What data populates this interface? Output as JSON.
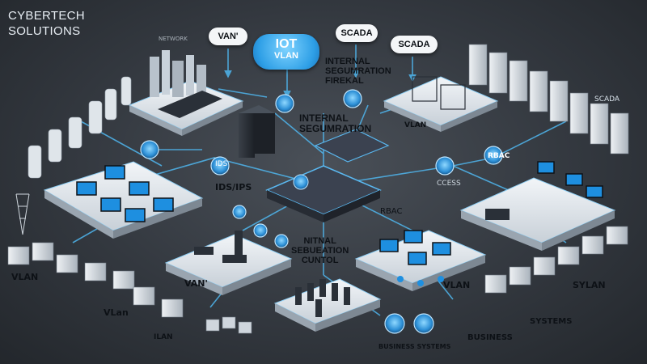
{
  "brand": {
    "line1": "CYBERTECH",
    "line2": "SOLUTIONS"
  },
  "clouds": {
    "van": "VAN'",
    "iot_line1": "IOT",
    "iot_line2": "VLAN",
    "scada_a": "SCADA",
    "scada_b": "SCADA"
  },
  "labels": {
    "network": "NETWORK",
    "internal_firewall": [
      "INTERNAL",
      "SEGUMRATION",
      "FIREKAL"
    ],
    "internal_segmentation": [
      "INTERNAL",
      "SEGUMRATION"
    ],
    "scada_right": "SCADA",
    "vlan_upper": "VLAN",
    "ids": "IDS",
    "ids_ips": "IDS/IPS",
    "coess": "CCESS",
    "rbac_top": "RBAC",
    "rbac_mid": "RBAC",
    "control": [
      "NITNAL",
      "SEBUEATION",
      "CUNTOL"
    ],
    "vlan_left": "VLAN",
    "van_lower": "VAN'",
    "vlan_center": "VLAN",
    "vlan_bottom_left": "VLan",
    "ilan": "ILAN",
    "sylan": "SYLAN",
    "systems": "SYSTEMS",
    "business": "BUSINESS",
    "business_systems": "BUSINESS SYSTEMS"
  },
  "colors": {
    "accent": "#3aa8e8",
    "link": "#4fb6ee",
    "platform": "#e6eaee",
    "screen": "#1e8fe0",
    "server": "#2a3038"
  }
}
